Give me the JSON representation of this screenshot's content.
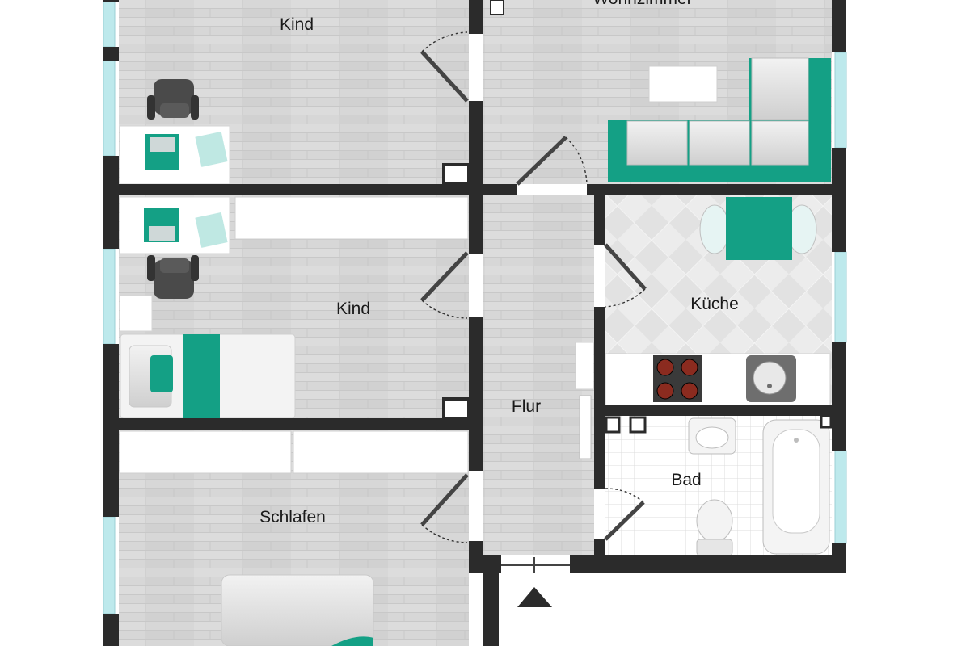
{
  "rooms": {
    "kind_top": "Kind",
    "wohnzimmer": "Wohnzimmer",
    "kind_middle": "Kind",
    "kueche": "Küche",
    "flur": "Flur",
    "bad": "Bad",
    "schlafen": "Schlafen"
  },
  "colors": {
    "wall": "#2b2b2b",
    "floor_wood": "#d9d9d9",
    "floor_kitchen": "#e6e6e6",
    "floor_bath": "#ffffff",
    "accent": "#14a085",
    "window": "#bde9ec"
  },
  "icons": {
    "entrance": "entrance-arrow-icon"
  }
}
